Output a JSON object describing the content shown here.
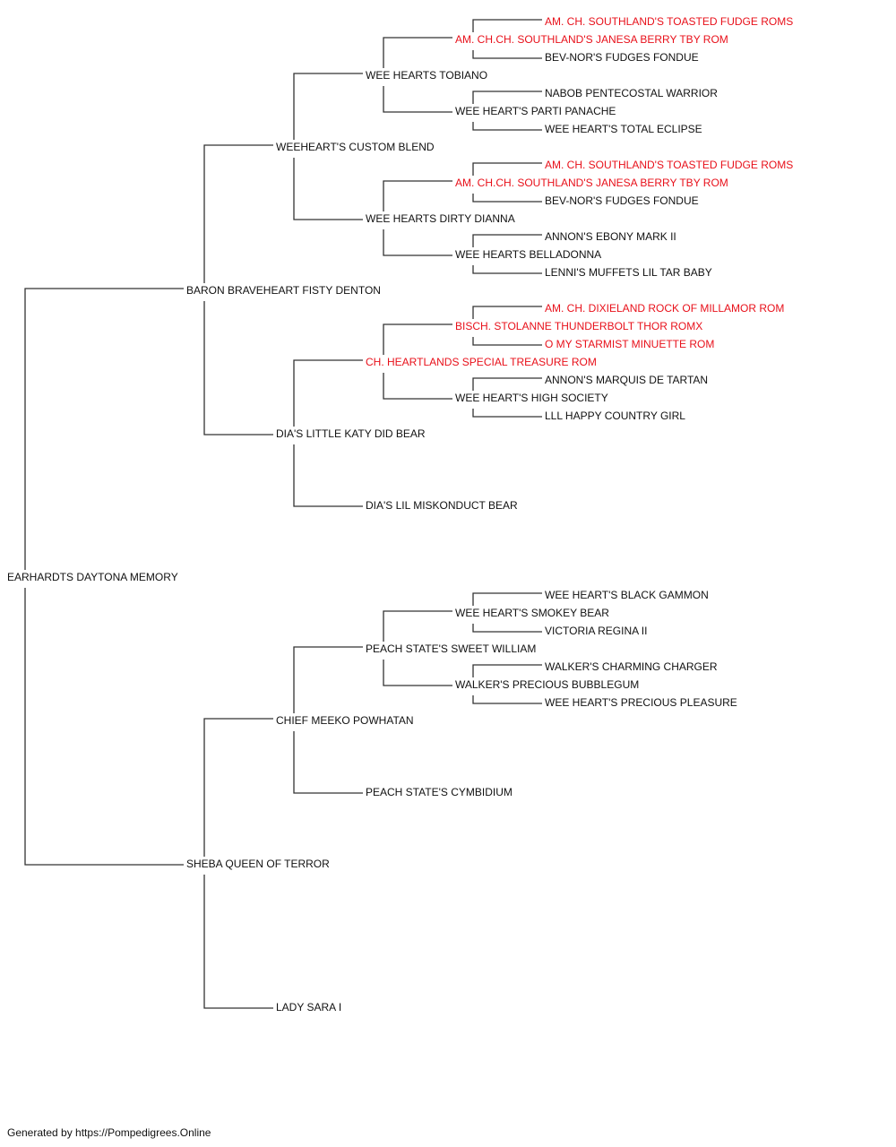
{
  "colors": {
    "titled": "#e8101a",
    "normal": "#111111",
    "line": "#333333"
  },
  "pedigree": {
    "subject": "EARHARDTS DAYTONA MEMORY",
    "sire": "BARON BRAVEHEART FISTY DENTON",
    "sire_sire": "WEEHEART'S CUSTOM BLEND",
    "sire_sire_sire": "WEE HEARTS TOBIANO",
    "sire_sire_sire_sire": "AM. CH.CH. SOUTHLAND'S JANESA BERRY TBY ROM",
    "sire_sire_sire_sire_sire": "AM. CH. SOUTHLAND'S TOASTED FUDGE ROMS",
    "sire_sire_sire_sire_dam": "BEV-NOR'S FUDGES FONDUE",
    "sire_sire_sire_dam": "WEE HEART'S PARTI PANACHE",
    "sire_sire_sire_dam_sire": "NABOB PENTECOSTAL WARRIOR",
    "sire_sire_sire_dam_dam": "WEE HEART'S TOTAL ECLIPSE",
    "sire_sire_dam": "WEE HEARTS DIRTY DIANNA",
    "sire_sire_dam_sire": "AM. CH.CH. SOUTHLAND'S JANESA BERRY TBY ROM",
    "sire_sire_dam_sire_sire": "AM. CH. SOUTHLAND'S TOASTED FUDGE ROMS",
    "sire_sire_dam_sire_dam": "BEV-NOR'S FUDGES FONDUE",
    "sire_sire_dam_dam": "WEE HEARTS BELLADONNA",
    "sire_sire_dam_dam_sire": "ANNON'S EBONY MARK II",
    "sire_sire_dam_dam_dam": "LENNI'S MUFFETS LIL TAR BABY",
    "sire_dam": "DIA'S LITTLE KATY DID BEAR",
    "sire_dam_sire": "CH. HEARTLANDS SPECIAL TREASURE ROM",
    "sire_dam_sire_sire": "BISCH. STOLANNE THUNDERBOLT THOR ROMX",
    "sire_dam_sire_sire_sire": "AM. CH. DIXIELAND ROCK OF MILLAMOR ROM",
    "sire_dam_sire_sire_dam": "O MY STARMIST MINUETTE ROM",
    "sire_dam_sire_dam": "WEE HEART'S HIGH SOCIETY",
    "sire_dam_sire_dam_sire": "ANNON'S MARQUIS DE TARTAN",
    "sire_dam_sire_dam_dam": "LLL HAPPY COUNTRY GIRL",
    "sire_dam_dam": "DIA'S LIL MISKONDUCT BEAR",
    "dam": "SHEBA QUEEN OF TERROR",
    "dam_sire": "CHIEF MEEKO POWHATAN",
    "dam_sire_sire": "PEACH STATE'S SWEET WILLIAM",
    "dam_sire_sire_sire": "WEE HEART'S SMOKEY BEAR",
    "dam_sire_sire_sire_sire": "WEE HEART'S BLACK GAMMON",
    "dam_sire_sire_sire_dam": "VICTORIA REGINA II",
    "dam_sire_sire_dam": "WALKER'S PRECIOUS BUBBLEGUM",
    "dam_sire_sire_dam_sire": "WALKER'S CHARMING CHARGER",
    "dam_sire_sire_dam_dam": "WEE HEART'S PRECIOUS PLEASURE",
    "dam_sire_dam": "PEACH STATE'S CYMBIDIUM",
    "dam_dam": "LADY SARA I"
  },
  "footer": "Generated by https://Pompedigrees.Online"
}
